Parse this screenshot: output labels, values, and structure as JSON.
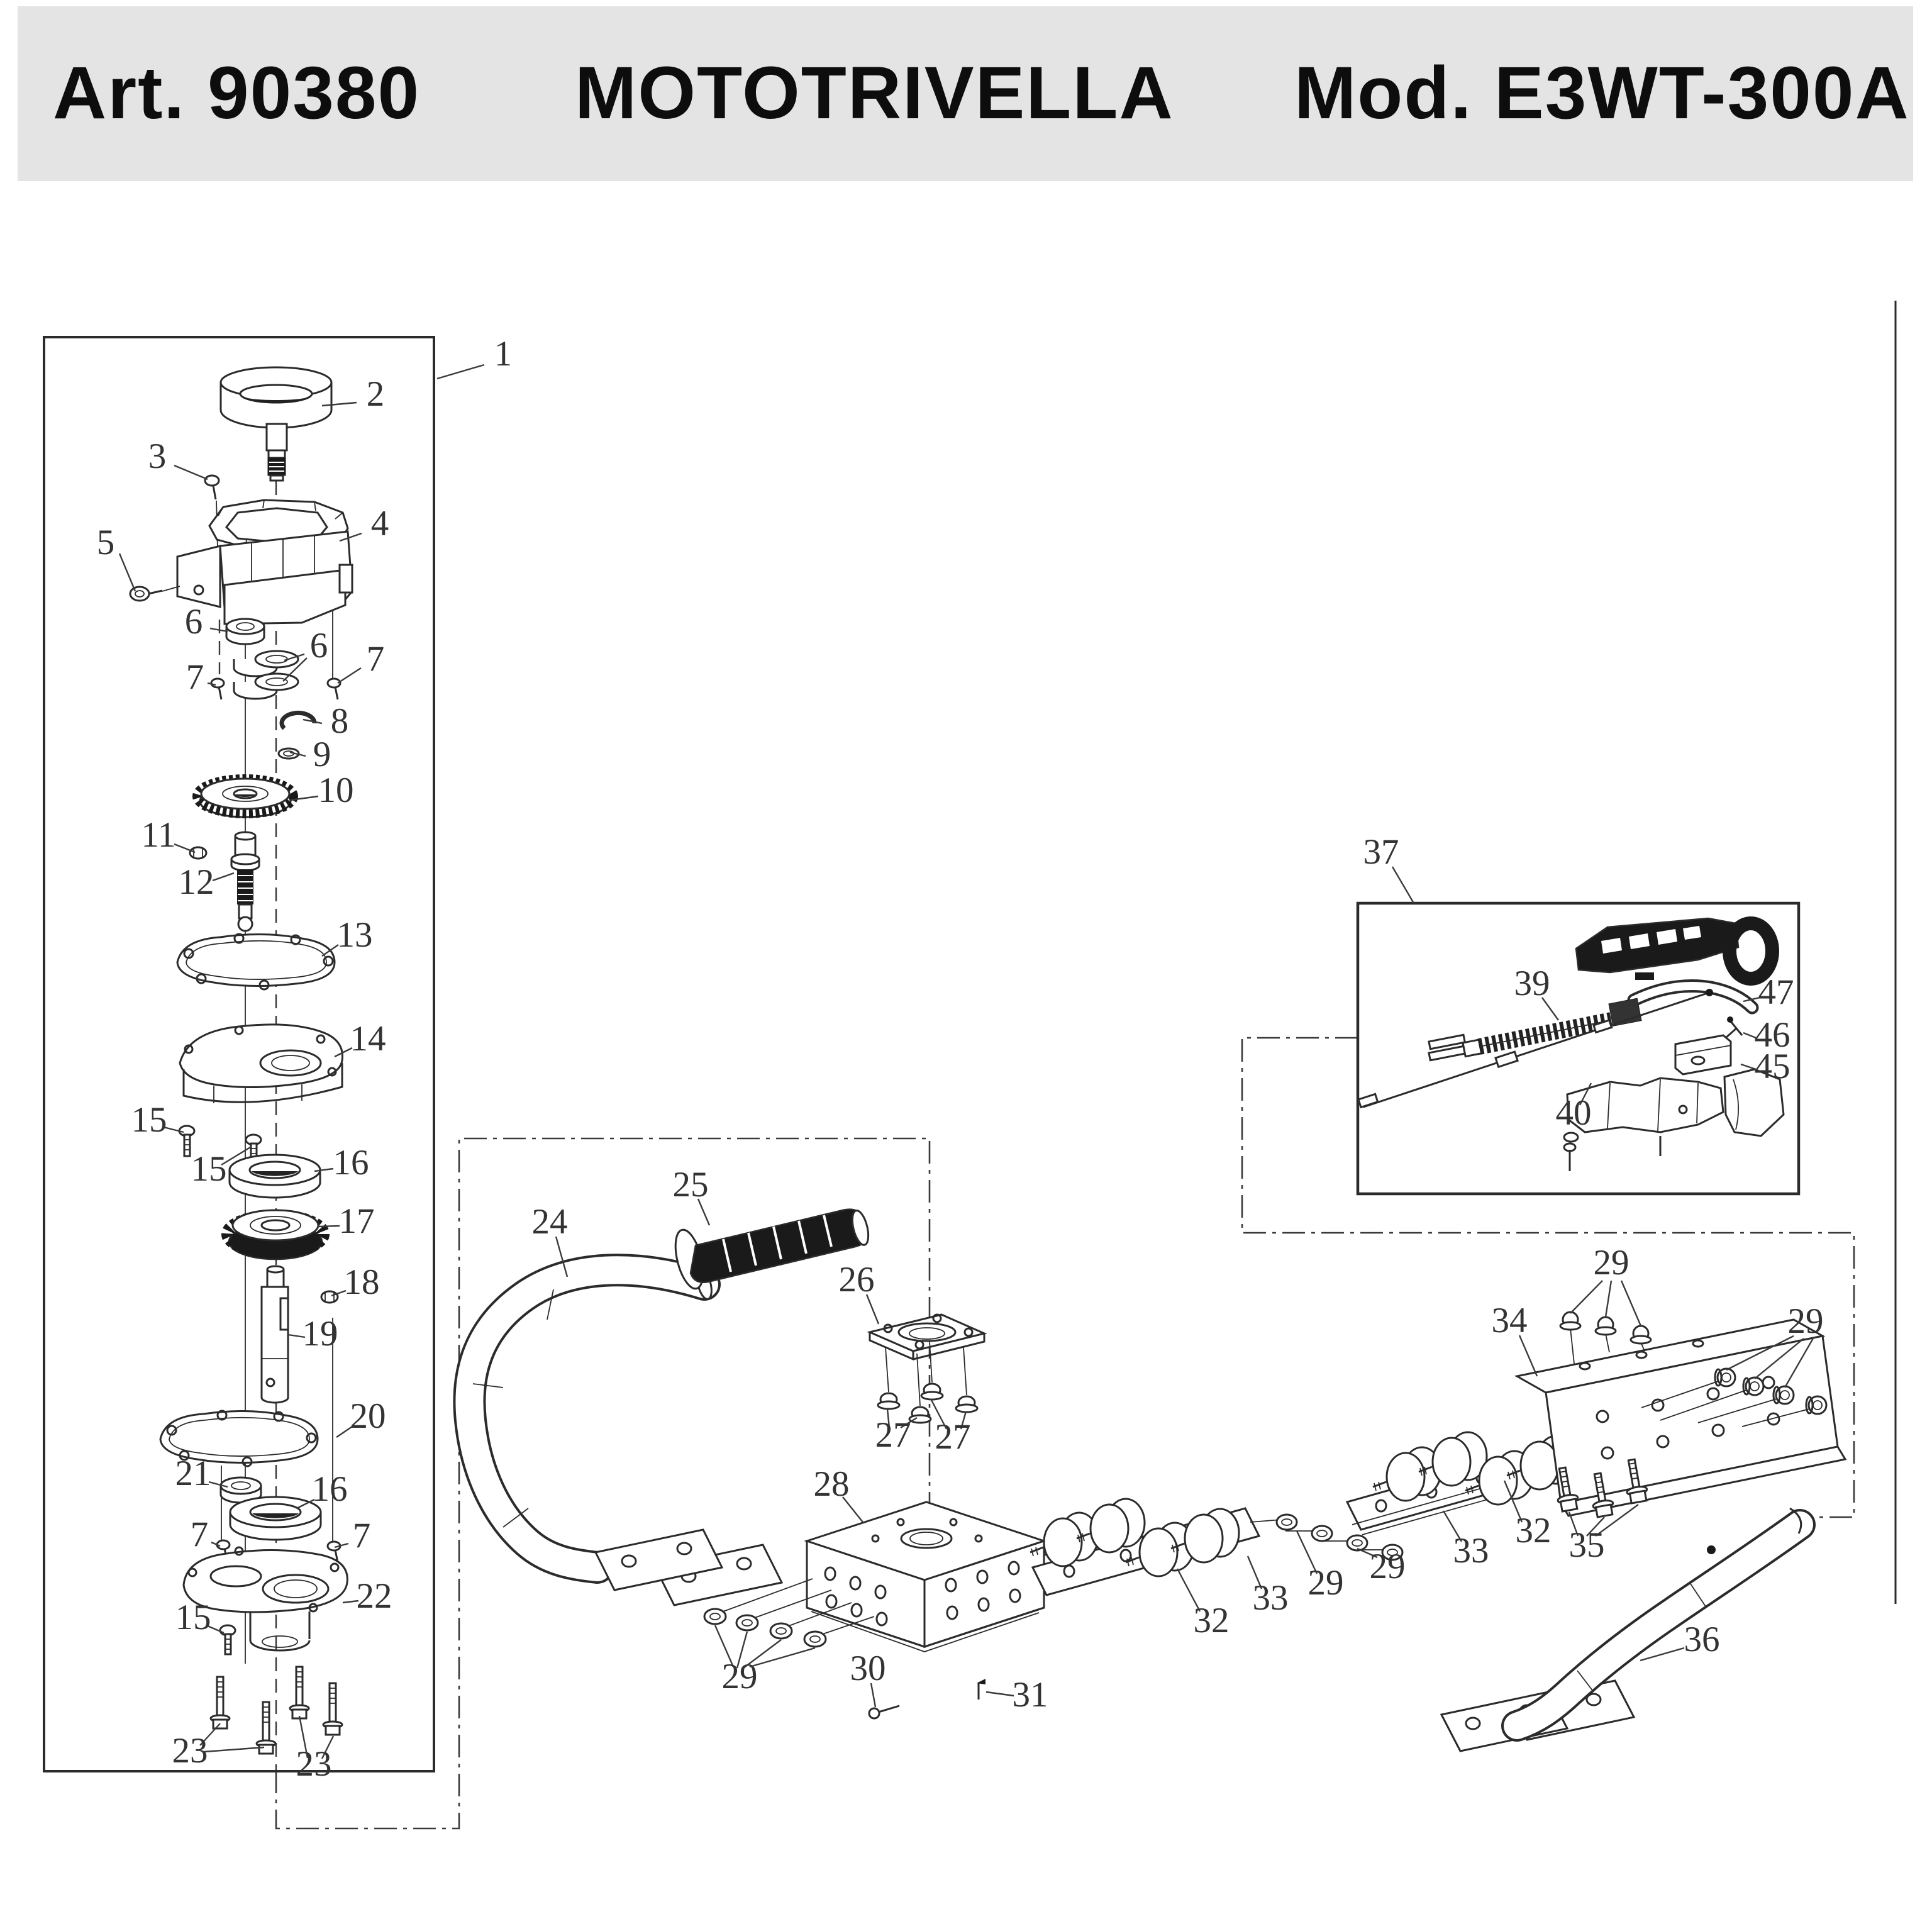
{
  "header": {
    "art_no": "Art. 90380",
    "product": "MOTOTRIVELLA",
    "model": "Mod. E3WT-300A"
  },
  "colors": {
    "header_bg": "#e4e4e4",
    "ink": "#2b2b2b",
    "label": "#333333",
    "dark_fill": "#1a1a1a",
    "paper": "#ffffff"
  },
  "callouts": {
    "n1": "1",
    "n2": "2",
    "n3": "3",
    "n4": "4",
    "n5": "5",
    "n6a": "6",
    "n6b": "6",
    "n7a": "7",
    "n7b": "7",
    "n8": "8",
    "n9": "9",
    "n10": "10",
    "n11": "11",
    "n12": "12",
    "n13": "13",
    "n14": "14",
    "n15a": "15",
    "n15b": "15",
    "n16a": "16",
    "n17": "17",
    "n18": "18",
    "n19": "19",
    "n20": "20",
    "n21": "21",
    "n16b": "16",
    "n7c": "7",
    "n7d": "7",
    "n22": "22",
    "n15c": "15",
    "n23a": "23",
    "n23b": "23",
    "n24": "24",
    "n25": "25",
    "n26": "26",
    "n27a": "27",
    "n27b": "27",
    "n28": "28",
    "n29a": "29",
    "n30": "30",
    "n31": "31",
    "n32a": "32",
    "n33a": "33",
    "n29b": "29",
    "n29c": "29",
    "n33b": "33",
    "n32b": "32",
    "n34": "34",
    "n29d": "29",
    "n29e": "29",
    "n35": "35",
    "n36": "36",
    "n37": "37",
    "n39": "39",
    "n40": "40",
    "n45": "45",
    "n46": "46",
    "n47": "47"
  }
}
